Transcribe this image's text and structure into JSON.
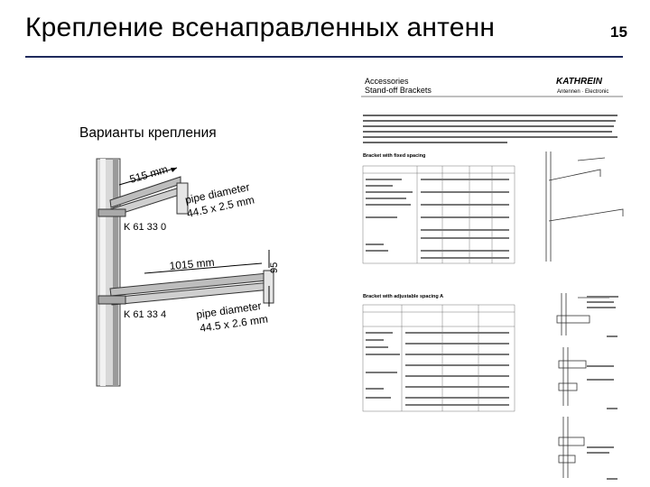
{
  "slide": {
    "title": "Крепление всенаправленных антенн",
    "page_number": "15",
    "subtitle": "Варианты крепления"
  },
  "drawing": {
    "upper_length": "515 mm",
    "upper_pipe_label": "pipe diameter",
    "upper_pipe_size": "44.5 x 2.5 mm",
    "upper_model": "K 61 33 0",
    "lower_length": "1015 mm",
    "lower_offset": "95",
    "lower_pipe_label": "pipe diameter",
    "lower_pipe_size": "44.5 x 2.6 mm",
    "lower_model": "K 61 33 4"
  },
  "datasheet": {
    "heading1": "Accessories",
    "heading2": "Stand-off Brackets",
    "brand": "KATHREIN",
    "brand_tagline": "Antennen · Electronic",
    "section1": "Bracket with fixed spacing",
    "section2": "Bracket with adjustable spacing A"
  }
}
